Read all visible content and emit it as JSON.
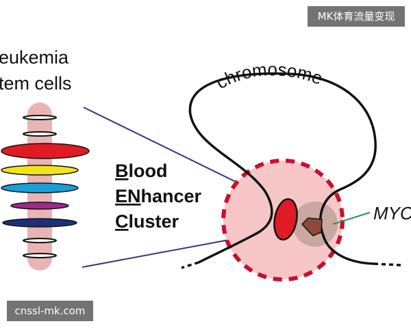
{
  "labels": {
    "leukemia_line1": "eukemia",
    "leukemia_line2": "tem cells",
    "chromosome": "chromosome",
    "myc": "MYC",
    "blood_initial": "B",
    "blood_rest": "lood",
    "enhancer_initial": "EN",
    "enhancer_rest": "hancer",
    "cluster_initial": "C",
    "cluster_rest": "luster"
  },
  "watermarks": {
    "top_right": "MK体育流量变现",
    "bottom_left": "cnssl-mk.com"
  },
  "colors": {
    "column": "#e8b4b4",
    "red_band": "#e01b24",
    "yellow_band": "#f5e31a",
    "cyan_band": "#1aa0d8",
    "magenta_band": "#a0298a",
    "navy_band": "#1c2f7a",
    "cluster_fill": "#f7c6c6",
    "cluster_border": "#c8102e",
    "enhancer_fill": "#e01b24",
    "myc_spot": "#c9a8a0",
    "myc_gene": "#8b4a3c",
    "pointer_line": "#2b3a7a",
    "myc_pointer": "#1a9a5a"
  }
}
